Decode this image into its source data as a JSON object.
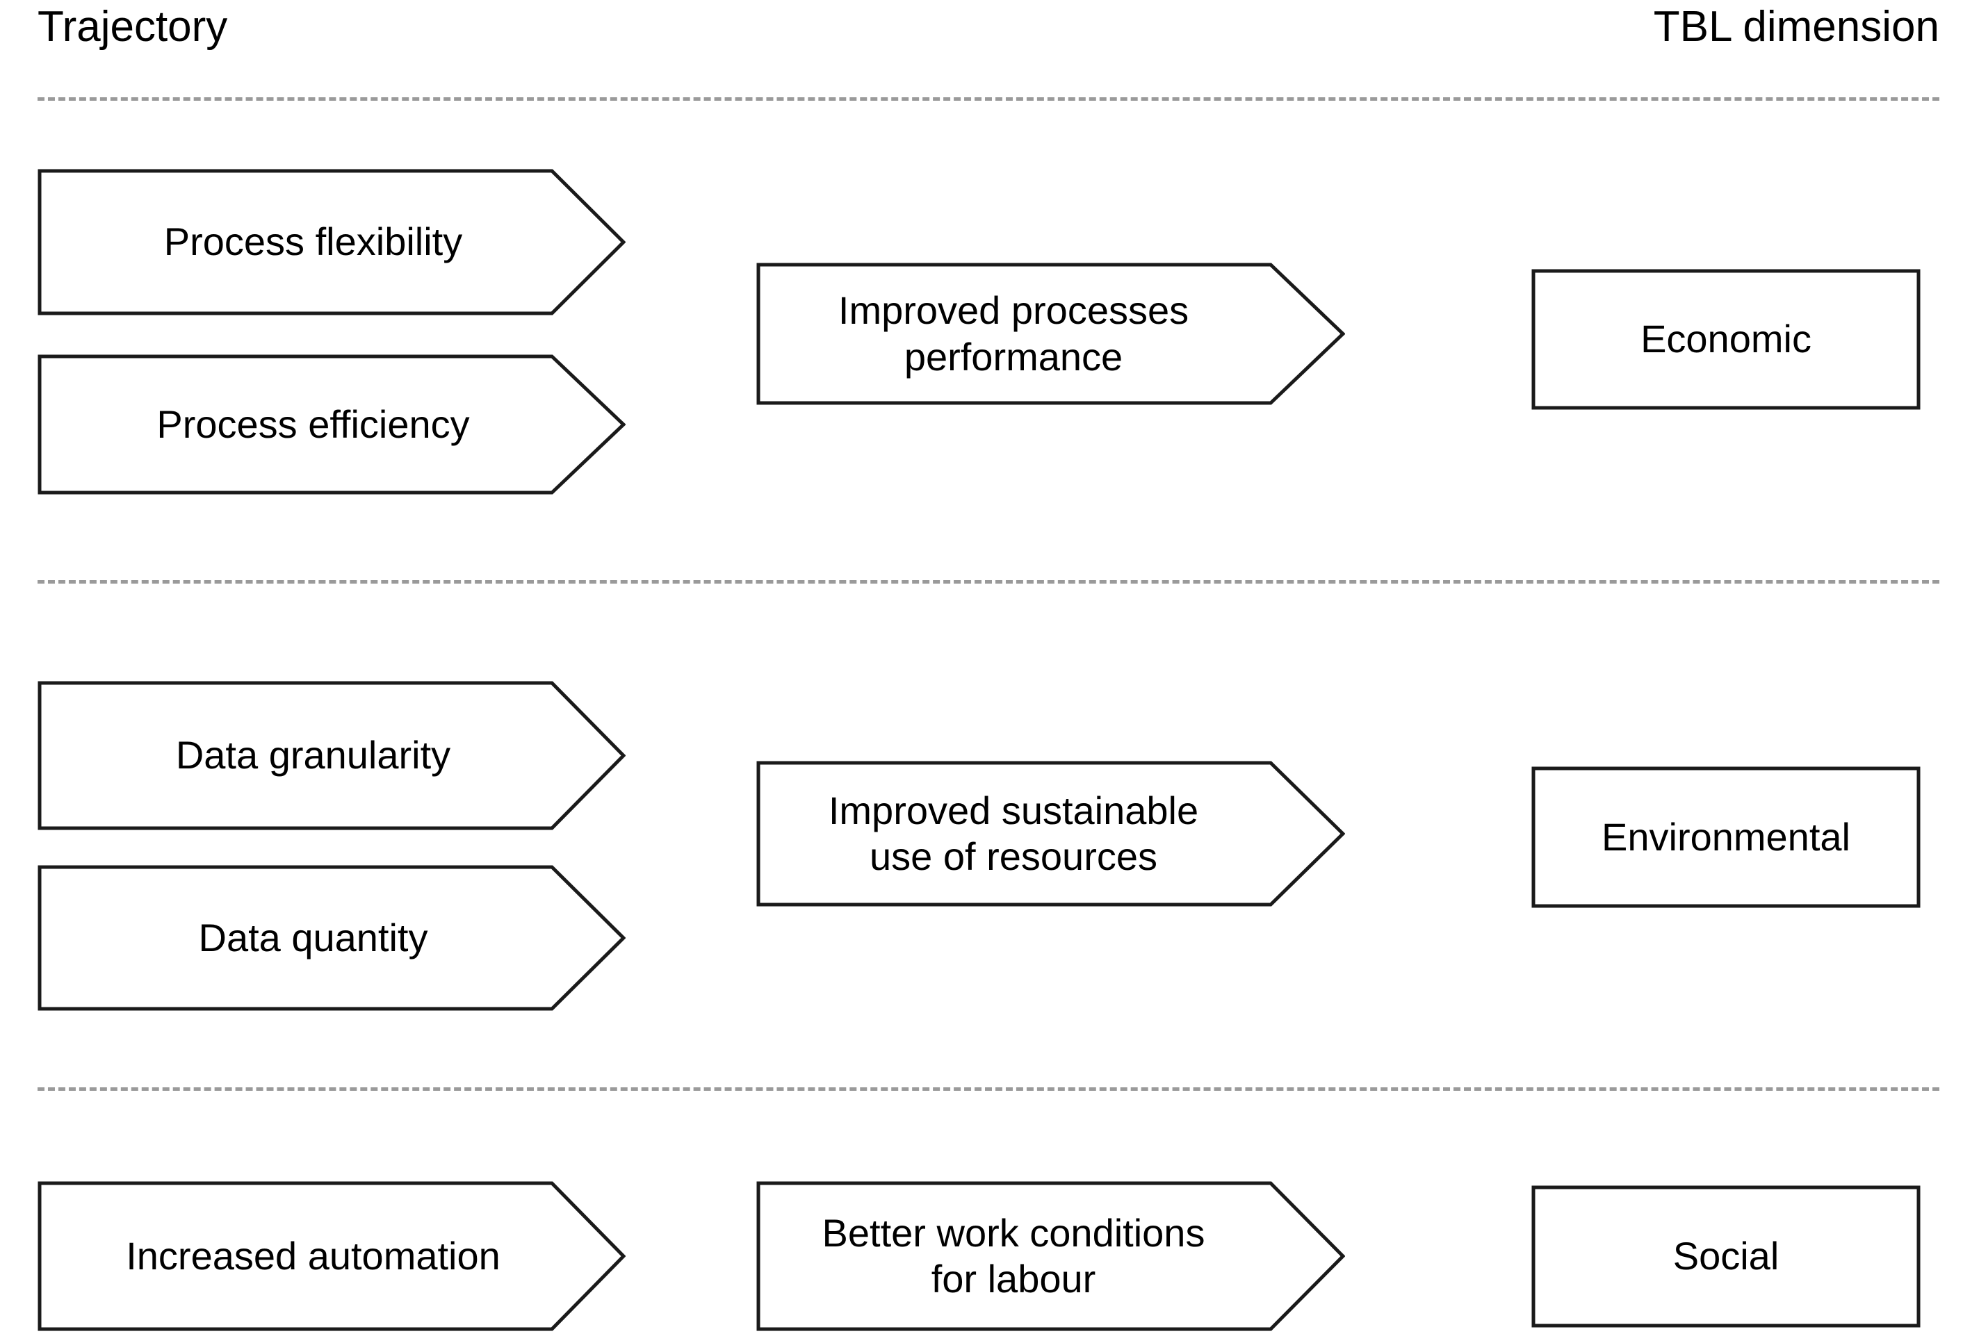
{
  "headers": {
    "left": "Trajectory",
    "right": "TBL dimension"
  },
  "colors": {
    "stroke": "#1a1a1a",
    "separator": "#9a9a9a",
    "background": "#ffffff",
    "text": "#000000"
  },
  "bands": [
    {
      "id": "economic",
      "trajectories": [
        "Process flexibility",
        "Process efficiency"
      ],
      "outcome": "Improved processes\nperformance",
      "dimension": "Economic"
    },
    {
      "id": "environmental",
      "trajectories": [
        "Data granularity",
        "Data quantity"
      ],
      "outcome": "Improved sustainable\nuse of resources",
      "dimension": "Environmental"
    },
    {
      "id": "social",
      "trajectories": [
        "Increased automation"
      ],
      "outcome": "Better work conditions\nfor labour",
      "dimension": "Social"
    }
  ]
}
